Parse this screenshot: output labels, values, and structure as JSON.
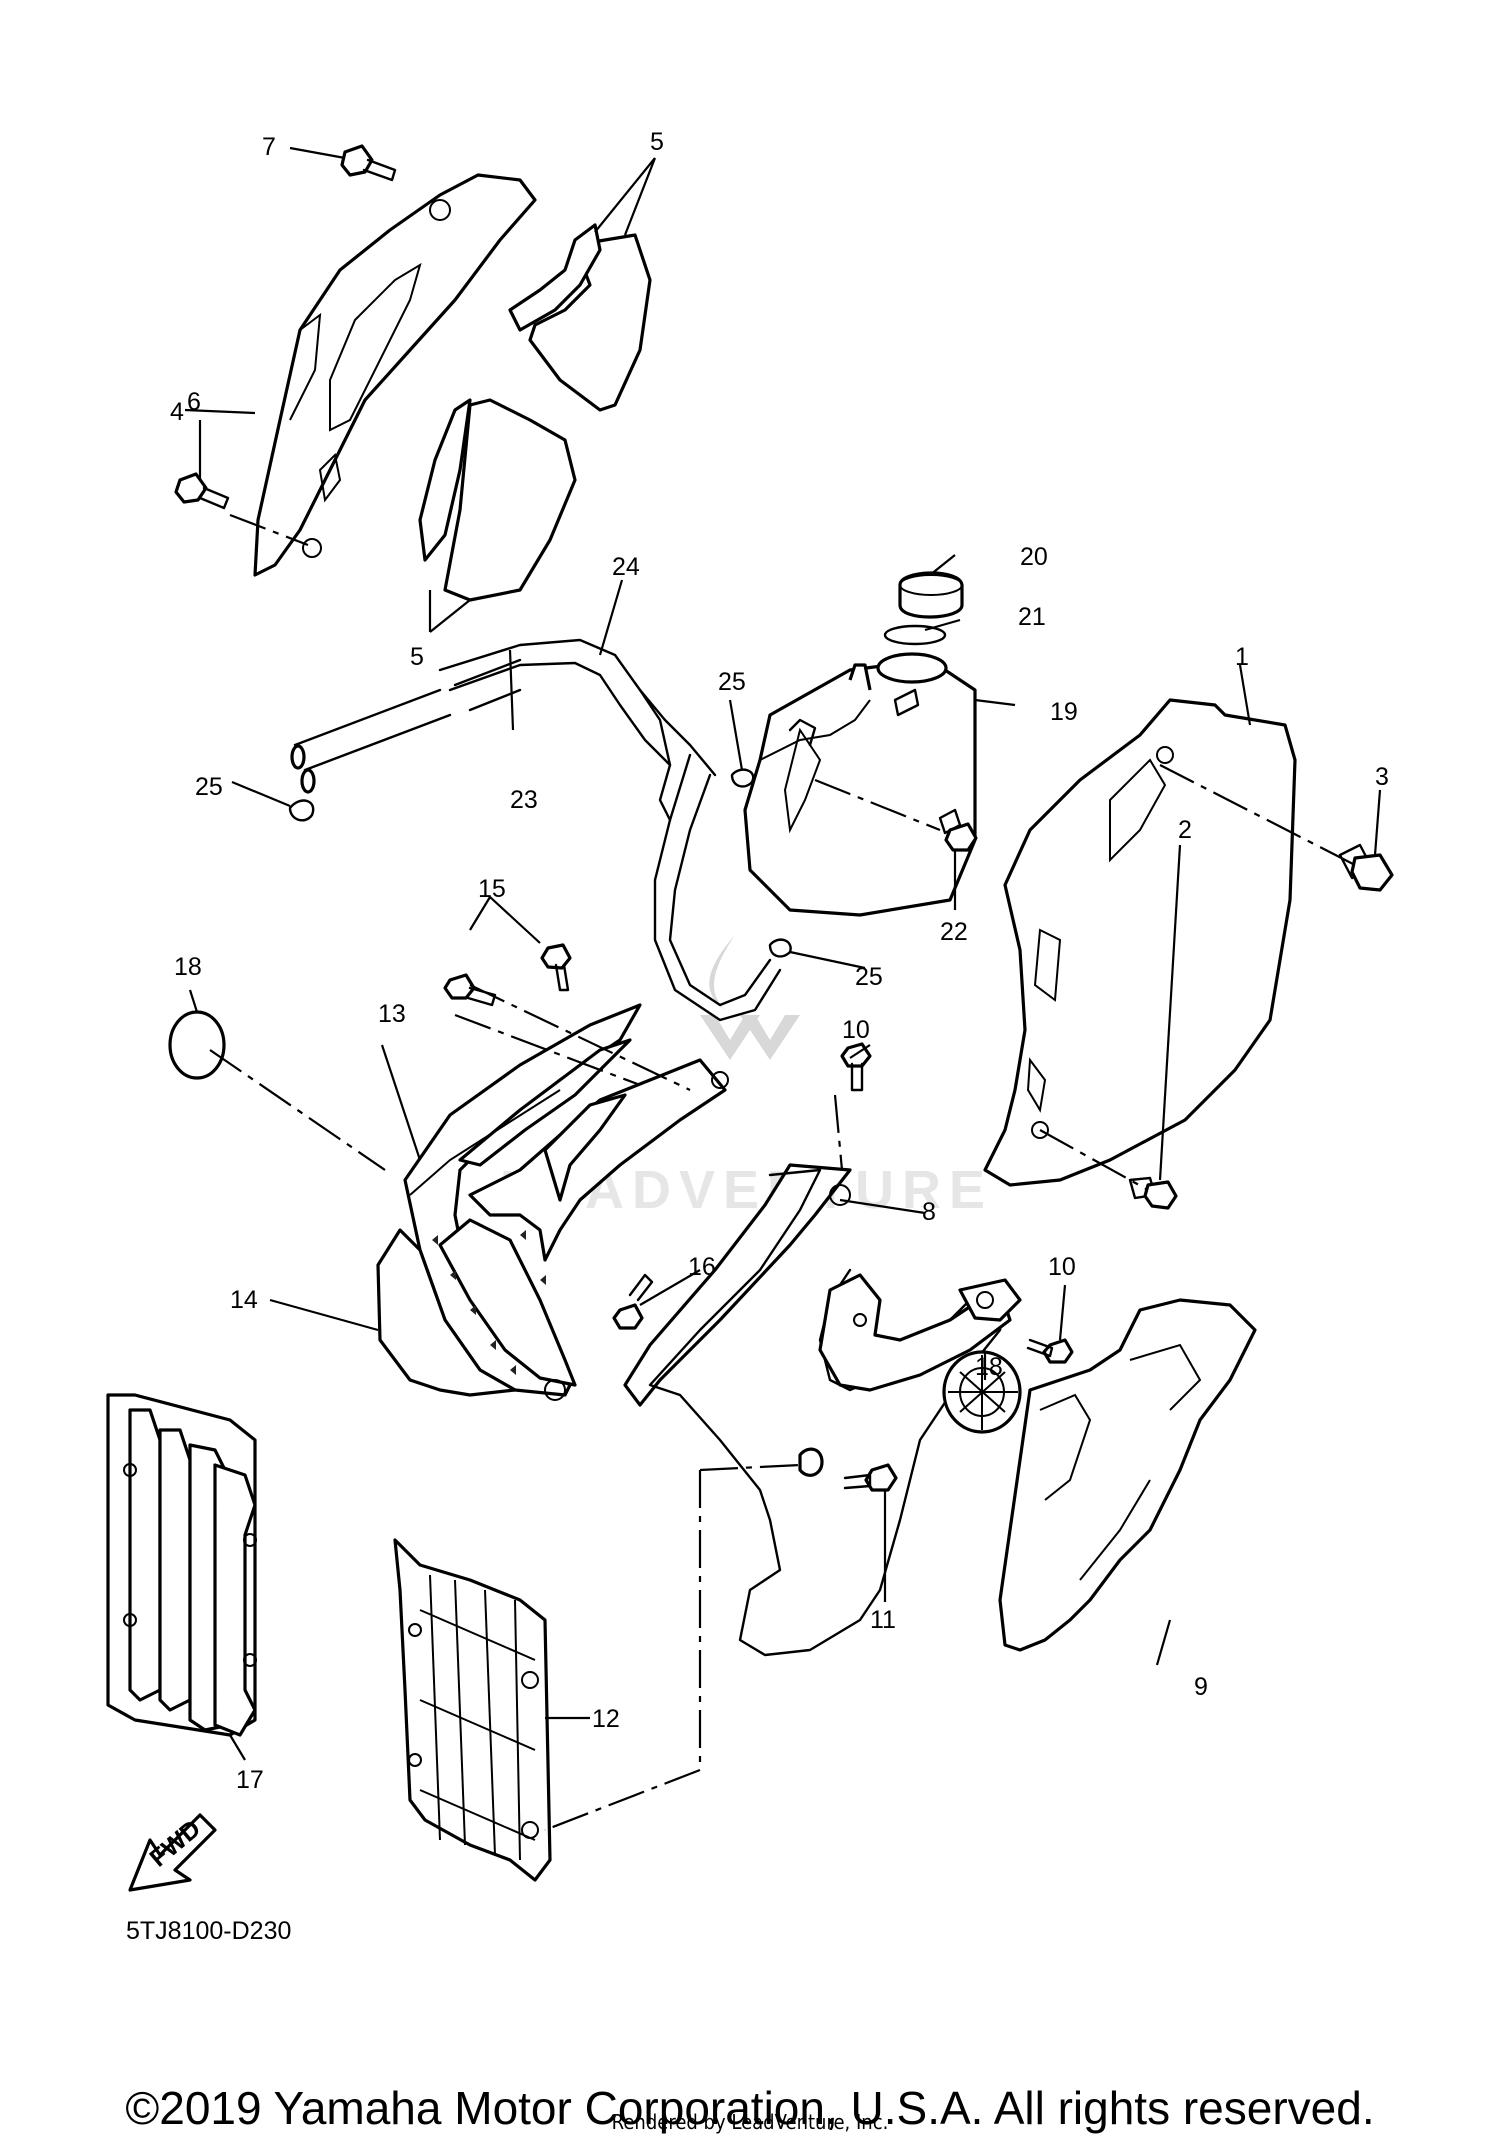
{
  "diagram": {
    "code": "5TJ8100-D230",
    "fwd_label": "FWD",
    "watermark_text": "LEADVENTURE",
    "callouts": {
      "c1": "1",
      "c2": "2",
      "c3": "3",
      "c4": "4",
      "c5a": "5",
      "c5b": "5",
      "c6": "6",
      "c7": "7",
      "c8": "8",
      "c9": "9",
      "c10a": "10",
      "c10b": "10",
      "c11": "11",
      "c12": "12",
      "c13": "13",
      "c14": "14",
      "c15": "15",
      "c16": "16",
      "c17": "17",
      "c18a": "18",
      "c18b": "18",
      "c19": "19",
      "c20": "20",
      "c21": "21",
      "c22": "22",
      "c23": "23",
      "c24": "24",
      "c25a": "25",
      "c25b": "25",
      "c25c": "25"
    }
  },
  "footer": {
    "copyright": "©2019 Yamaha Motor Corporation, U.S.A. All rights reserved.",
    "render_credit": "Rendered by LeadVenture, Inc."
  }
}
